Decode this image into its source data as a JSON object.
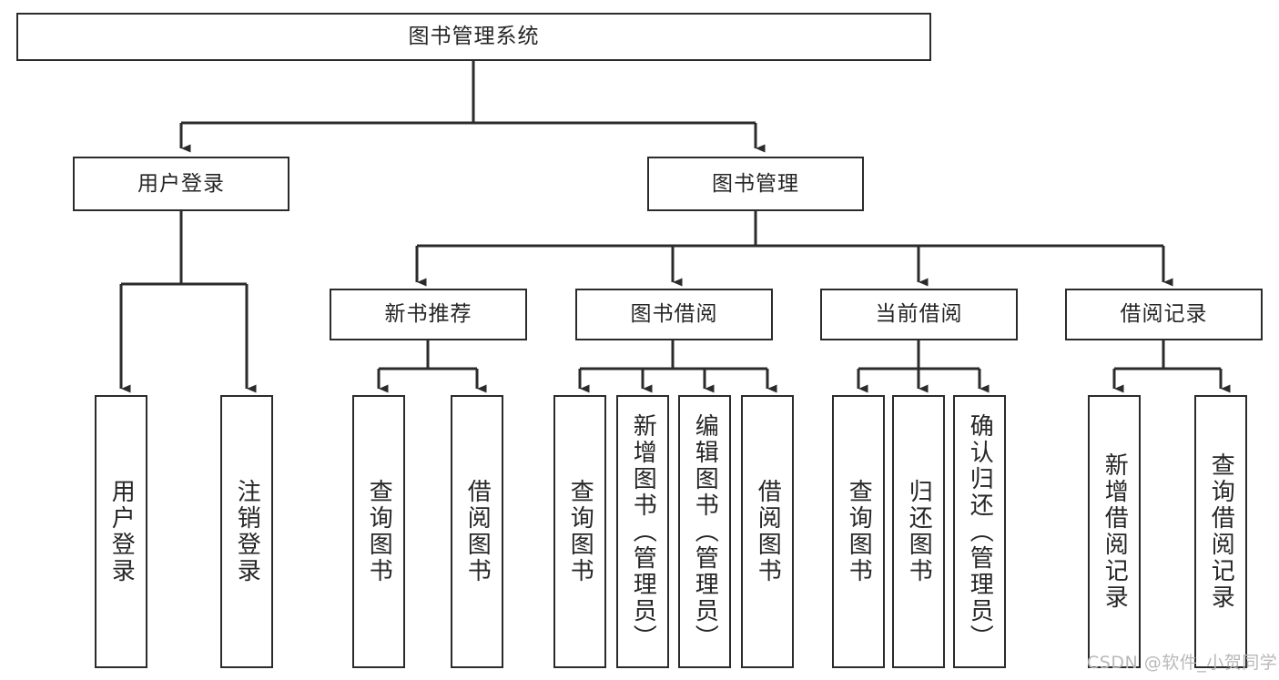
{
  "diagram": {
    "title": "图书管理系统",
    "type": "functional-structure-tree",
    "stroke_color": "#2b2b2b",
    "fill_color": "#ffffff",
    "text_color": "#262626"
  },
  "root": {
    "label": "图书管理系统"
  },
  "level2": [
    {
      "id": "user-login",
      "label": "用户登录"
    },
    {
      "id": "book-manage",
      "label": "图书管理"
    }
  ],
  "level3": [
    {
      "id": "new-book-recommend",
      "label": "新书推荐"
    },
    {
      "id": "book-borrow",
      "label": "图书借阅"
    },
    {
      "id": "current-borrow",
      "label": "当前借阅"
    },
    {
      "id": "borrow-record",
      "label": "借阅记录"
    }
  ],
  "leaves": {
    "user_login": [
      {
        "id": "leaf-user-login",
        "label": "用户登录"
      },
      {
        "id": "leaf-user-logout",
        "label": "注销登录"
      }
    ],
    "new_book_recommend": [
      {
        "id": "leaf-query-book-1",
        "label": "查询图书"
      },
      {
        "id": "leaf-borrow-book-1",
        "label": "借阅图书"
      }
    ],
    "book_borrow": [
      {
        "id": "leaf-query-book-2",
        "label": "查询图书"
      },
      {
        "id": "leaf-add-book",
        "label": "新增图书（管理员）"
      },
      {
        "id": "leaf-edit-book",
        "label": "编辑图书（管理员）"
      },
      {
        "id": "leaf-borrow-book-2",
        "label": "借阅图书"
      }
    ],
    "current_borrow": [
      {
        "id": "leaf-query-book-3",
        "label": "查询图书"
      },
      {
        "id": "leaf-return-book",
        "label": "归还图书"
      },
      {
        "id": "leaf-confirm-return",
        "label": "确认归还（管理员）"
      }
    ],
    "borrow_record": [
      {
        "id": "leaf-add-record",
        "label": "新增借阅记录"
      },
      {
        "id": "leaf-query-record",
        "label": "查询借阅记录"
      }
    ]
  },
  "watermark": {
    "text": "CSDN @软件_小贺同学"
  }
}
